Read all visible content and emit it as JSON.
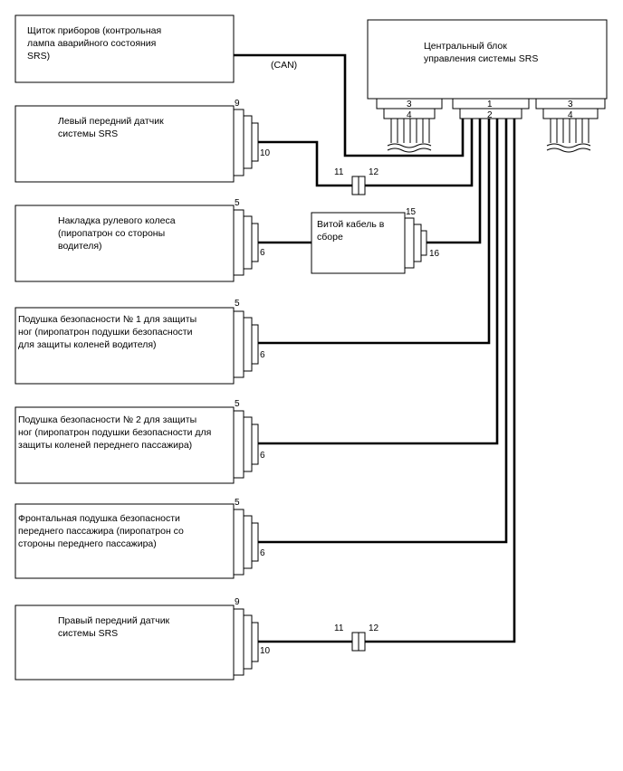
{
  "components": {
    "instrument_panel": [
      "Щиток приборов (контрольная",
      "лампа аварийного состояния",
      "SRS)"
    ],
    "srs_ecu": [
      "Центральный блок",
      "управления системы SRS"
    ],
    "left_front_sensor": [
      "Левый передний датчик",
      "системы SRS"
    ],
    "steering_pad": [
      "Накладка рулевого колеса",
      "(пиропатрон со стороны",
      "водителя)"
    ],
    "spiral_cable": [
      "Витой кабель в",
      "сборе"
    ],
    "knee_airbag_1": [
      "Подушка безопасности № 1 для защиты",
      "ног (пиропатрон подушки безопасности",
      "для защиты коленей водителя)"
    ],
    "knee_airbag_2": [
      "Подушка безопасности № 2 для защиты",
      "ног (пиропатрон подушки безопасности для",
      "защиты коленей переднего пассажира)"
    ],
    "passenger_airbag": [
      "Фронтальная подушка безопасности",
      "переднего пассажира (пиропатрон со",
      "стороны переднего пассажира)"
    ],
    "right_front_sensor": [
      "Правый передний датчик",
      "системы SRS"
    ]
  },
  "bus_label": "(CAN)",
  "pins": {
    "ecu_left_3": "3",
    "ecu_left_4": "4",
    "ecu_center_1": "1",
    "ecu_center_2": "2",
    "ecu_right_3": "3",
    "ecu_right_4": "4",
    "lf_sensor_a": "9",
    "lf_sensor_b": "10",
    "lf_inline_a": "11",
    "lf_inline_b": "12",
    "steer_a": "5",
    "steer_b": "6",
    "spiral_a": "15",
    "spiral_b": "16",
    "knee1_a": "5",
    "knee1_b": "6",
    "knee2_a": "5",
    "knee2_b": "6",
    "pass_a": "5",
    "pass_b": "6",
    "rf_sensor_a": "9",
    "rf_sensor_b": "10",
    "rf_inline_a": "11",
    "rf_inline_b": "12"
  }
}
